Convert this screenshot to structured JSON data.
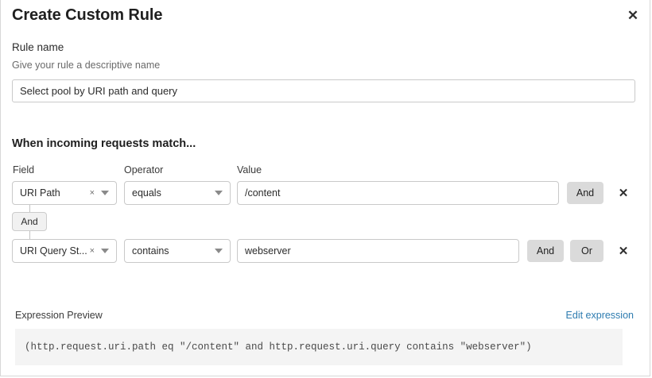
{
  "dialog": {
    "title": "Create Custom Rule",
    "close_icon": "close-icon"
  },
  "rule_name": {
    "label": "Rule name",
    "description": "Give your rule a descriptive name",
    "value": "Select pool by URI path and query",
    "placeholder": "Select pool by URI path and query"
  },
  "conditions": {
    "section_title": "When incoming requests match...",
    "columns": {
      "field": "Field",
      "operator": "Operator",
      "value": "Value"
    },
    "connector_chip": "And",
    "rows": [
      {
        "field": "URI Path",
        "operator": "equals",
        "value": "/content",
        "clear_icon": "×",
        "buttons": [
          "And"
        ],
        "delete_icon": "✕"
      },
      {
        "field": "URI Query St...",
        "operator": "contains",
        "value": "webserver",
        "clear_icon": "×",
        "buttons": [
          "And",
          "Or"
        ],
        "delete_icon": "✕"
      }
    ]
  },
  "expression": {
    "label": "Expression Preview",
    "edit_link": "Edit expression",
    "text": "(http.request.uri.path eq \"/content\" and http.request.uri.query contains \"webserver\")"
  },
  "colors": {
    "link": "#2e7cb0",
    "button_bg": "#dadada",
    "code_bg": "#f4f4f4",
    "border": "#c9c9c9"
  }
}
